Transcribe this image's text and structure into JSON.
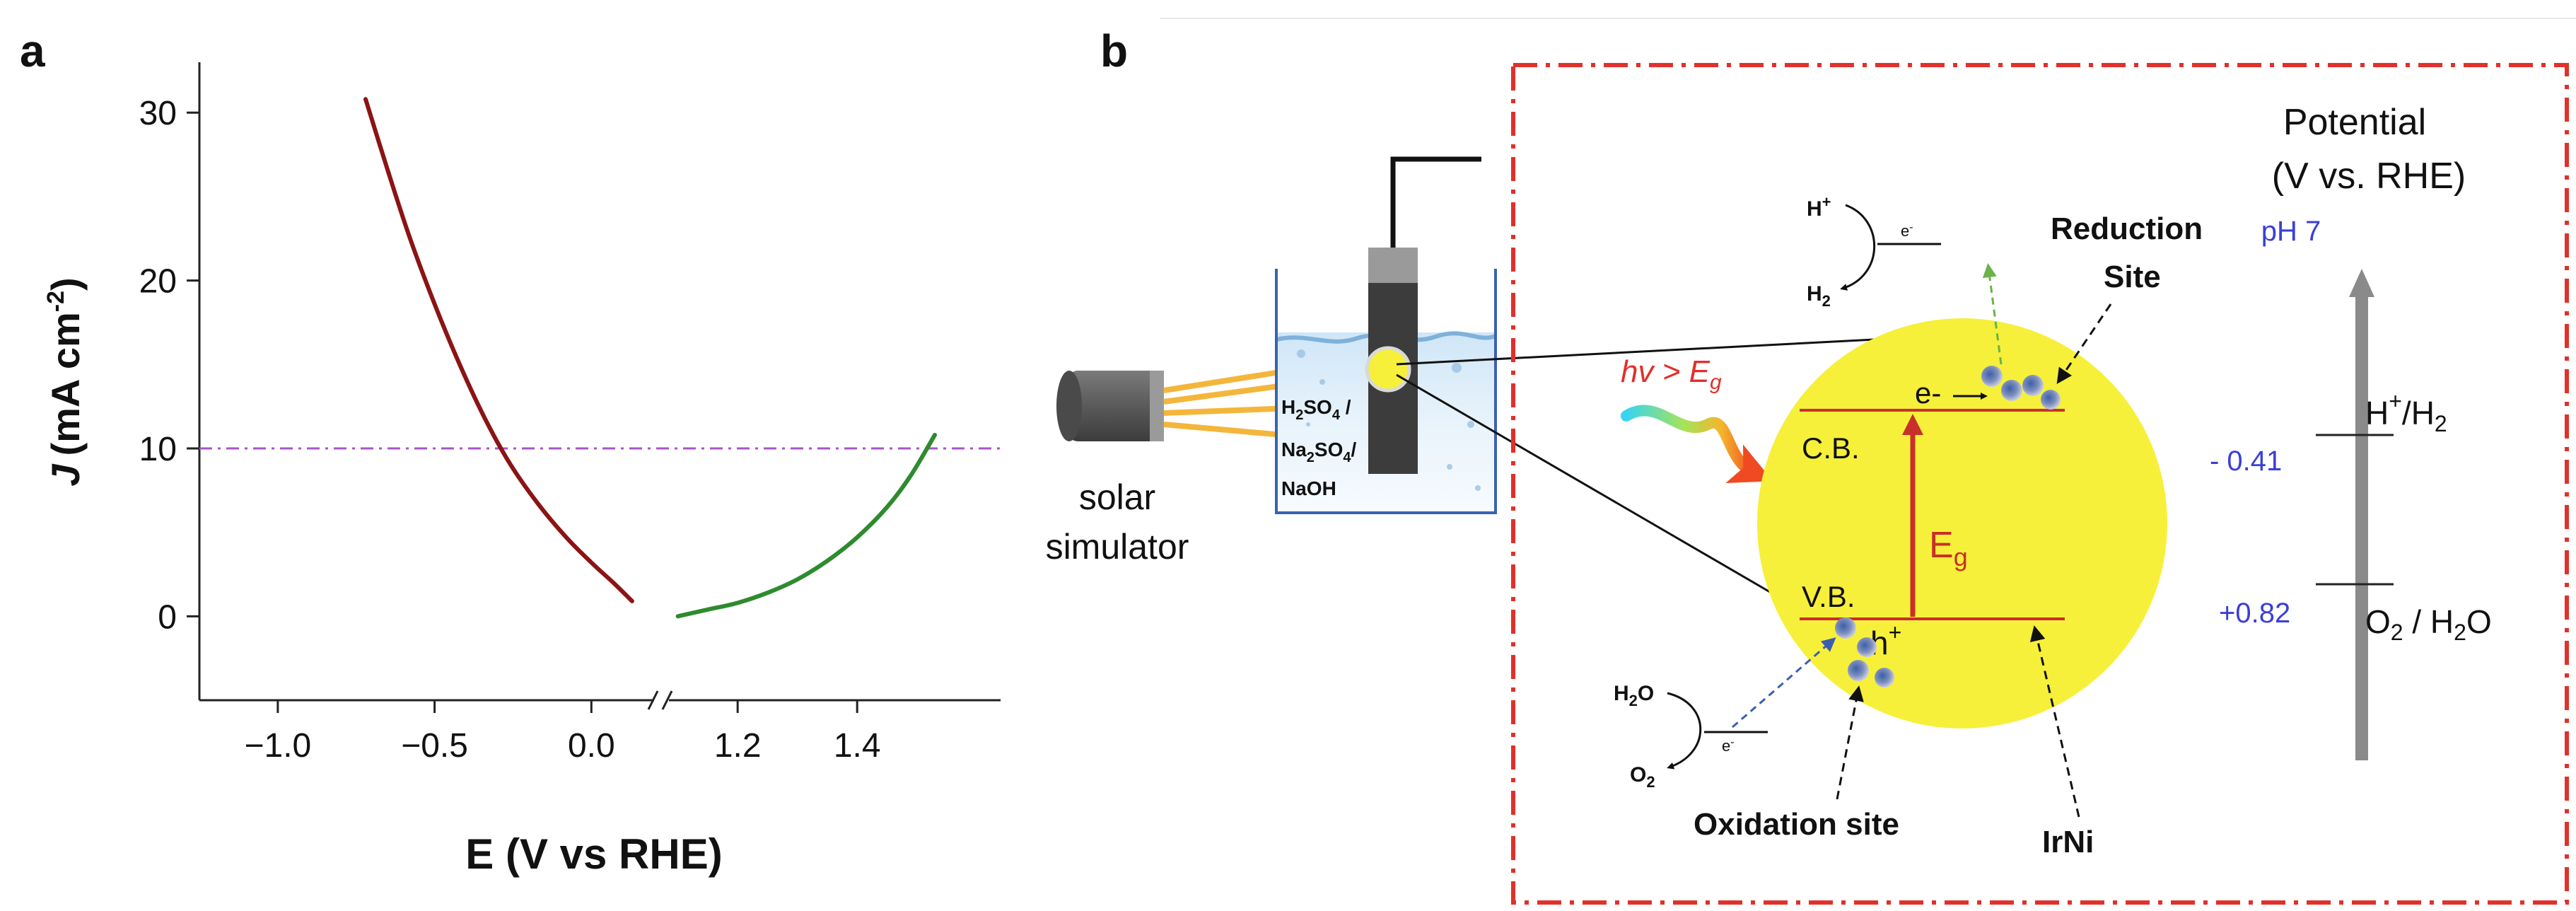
{
  "panel_a": {
    "label": "a",
    "chart_data": {
      "type": "line",
      "xlabel": "E (V vs RHE)",
      "ylabel_main": "J",
      "ylabel_unit": "(mA cm",
      "ylabel_exp": "-2",
      "ylabel_close": ")",
      "ylim": [
        -5,
        33
      ],
      "yticks": [
        0,
        10,
        20,
        30
      ],
      "ytick_labels": [
        "0",
        "10",
        "20",
        "30"
      ],
      "x_axis_break": true,
      "left_segment": {
        "xlim": [
          -1.25,
          0.2
        ],
        "xticks": [
          -1.0,
          -0.5,
          0.0
        ],
        "xtick_labels": [
          "−1.0",
          "−0.5",
          "0.0"
        ]
      },
      "right_segment": {
        "xlim": [
          1.085,
          1.64
        ],
        "xticks": [
          1.2,
          1.4
        ],
        "xtick_labels": [
          "1.2",
          "1.4"
        ]
      },
      "reference_line": {
        "y": 10,
        "color": "#a855c7",
        "style": "dash-dot"
      },
      "series": [
        {
          "color": "#8b1414",
          "segment": "left",
          "x": [
            -0.72,
            -0.65,
            -0.58,
            -0.5,
            -0.42,
            -0.34,
            -0.26,
            -0.17,
            -0.08,
            0.0,
            0.07,
            0.13
          ],
          "y": [
            30.8,
            26.6,
            22.6,
            18.6,
            15.0,
            11.8,
            9.1,
            6.7,
            4.7,
            3.2,
            2.0,
            0.9
          ]
        },
        {
          "color": "#2e8b2e",
          "segment": "right",
          "x": [
            1.1,
            1.15,
            1.2,
            1.25,
            1.3,
            1.35,
            1.4,
            1.45,
            1.49,
            1.53
          ],
          "y": [
            0.0,
            0.4,
            0.8,
            1.4,
            2.2,
            3.3,
            4.7,
            6.5,
            8.4,
            10.8
          ]
        }
      ]
    }
  },
  "panel_b": {
    "label": "b",
    "solar_simulator_line1": "solar",
    "solar_simulator_line2": "simulator",
    "electrolyte_1": "H",
    "electrolyte_1_sub": "2",
    "electrolyte_1_rest": "SO",
    "electrolyte_1_sub2": "4",
    "electrolyte_1_end": " /",
    "electrolyte_2": "Na",
    "electrolyte_2_sub": "2",
    "electrolyte_2_rest": "SO",
    "electrolyte_2_sub2": "4",
    "electrolyte_2_end": "/",
    "electrolyte_3": "NaOH",
    "photon_label": "hv > E",
    "photon_label_sub": "g",
    "cb_label": "C.B.",
    "vb_label": "V.B.",
    "electron_label": "e-",
    "hole_label": "h",
    "hole_sup": "+",
    "eg_label": "E",
    "eg_sub": "g",
    "h_plus": "H",
    "h_plus_sup": "+",
    "h2": "H",
    "h2_sub": "2",
    "electron_small": "e",
    "electron_small_sup": "-",
    "h2o": "H",
    "h2o_sub": "2",
    "h2o_end": "O",
    "o2": "O",
    "o2_sub": "2",
    "reduction_site_line1": "Reduction",
    "reduction_site_line2": "Site",
    "oxidation_site": "Oxidation site",
    "catalyst": "IrNi",
    "potential_title_line1": "Potential",
    "potential_title_line2": "(V vs. RHE)",
    "ph_label": "pH 7",
    "level_1_value": "- 0.41",
    "level_1_label_h": "H",
    "level_1_label_sup": "+",
    "level_1_label_rest": "/H",
    "level_1_label_sub": "2",
    "level_2_value": "+0.82",
    "level_2_label_o": "O",
    "level_2_label_sub": "2",
    "level_2_label_rest": " / H",
    "level_2_label_end": "O",
    "colors": {
      "frame": "#e0312a",
      "particle": "#f6f03a",
      "band_line": "#c8302a",
      "eg_arrow": "#c8302a",
      "potential_values": "#3b3fd6",
      "photon_text": "#e0312a",
      "beam": "#f4b63a",
      "potential_arrow": "#8a8a8a"
    }
  }
}
